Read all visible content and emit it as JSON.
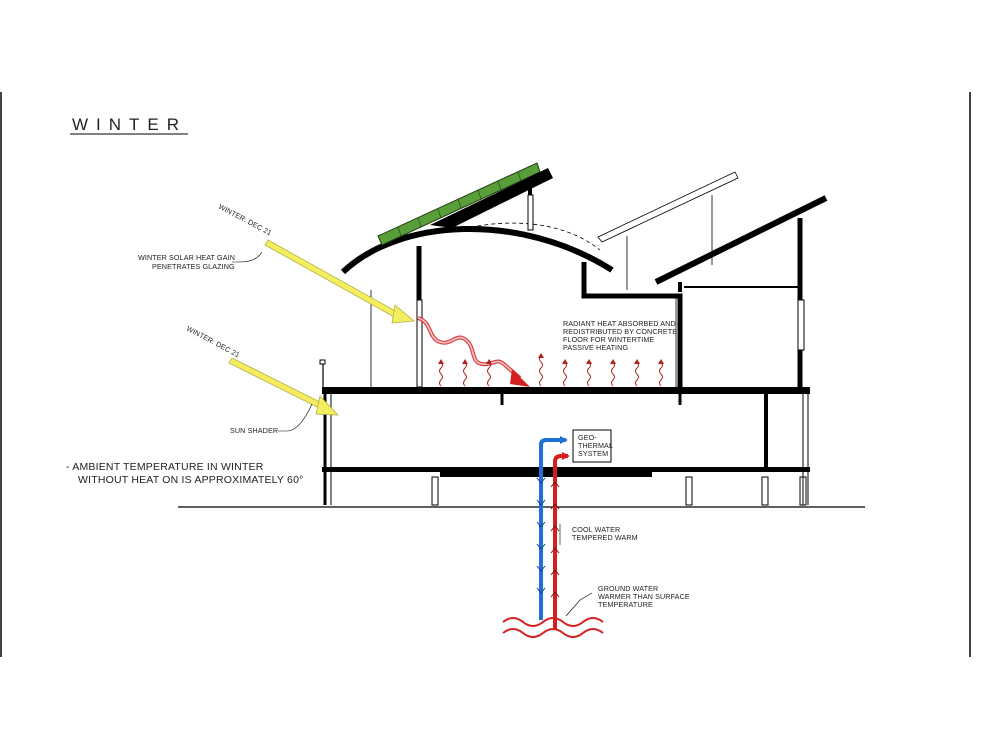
{
  "title": "WINTER",
  "sun_angles": {
    "upper": "WINTER: DEC 21",
    "lower": "WINTER: DEC 21"
  },
  "annotations": {
    "solar_gain_line1": "WINTER SOLAR HEAT GAIN",
    "solar_gain_line2": "PENETRATES GLAZING",
    "sun_shader": "SUN SHADER",
    "radiant_line1": "RADIANT HEAT ABSORBED AND",
    "radiant_line2": "REDISTRIBUTED BY CONCRETE",
    "radiant_line3": "FLOOR FOR WINTERTIME",
    "radiant_line4": "PASSIVE HEATING",
    "geo_line1": "GEO-",
    "geo_line2": "THERMAL",
    "geo_line3": "SYSTEM",
    "cool_water_line1": "COOL WATER",
    "cool_water_line2": "TEMPERED WARM",
    "ground_water_line1": "GROUND WATER",
    "ground_water_line2": "WARMER THAN SURFACE",
    "ground_water_line3": "TEMPERATURE"
  },
  "ambient_note": {
    "line1": "- AMBIENT TEMPERATURE IN WINTER",
    "line2": "WITHOUT HEAT ON IS APPROXIMATELY 60°"
  },
  "colors": {
    "structure": "#000000",
    "solar_panel": "#5a9e3a",
    "sun_ray_fill": "#f2ee60",
    "sun_ray_stroke": "#b8b040",
    "warm": "#d42020",
    "cool": "#1f6fd8",
    "radiant_wave": "#e88a8a"
  }
}
